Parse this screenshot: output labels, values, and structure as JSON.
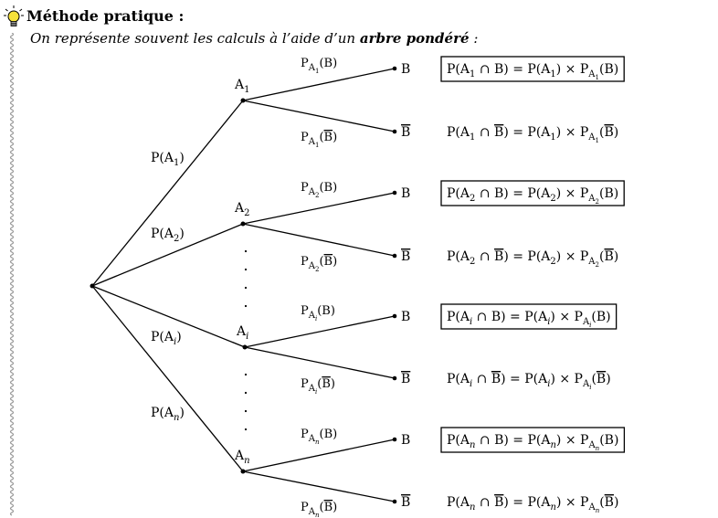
{
  "header": {
    "title": "Méthode pratique :",
    "intro_prefix": "On représente souvent les calculs à l’aide d’un",
    "intro_bold": "arbre pondéré",
    "intro_suffix": ":"
  },
  "tree": {
    "branches": [
      {
        "node": "A",
        "node_sub": "1",
        "prob": "P(A",
        "prob_sub": "1",
        "prob_close": ")",
        "leaves": [
          {
            "label": "B",
            "bar": false,
            "cond": "P",
            "cond_sub": "A",
            "cond_subsub": "1",
            "cond_arg": "(B)",
            "formula": "P(A",
            "f_sub1": "1",
            "f_mid": " ∩ B) = P(A",
            "f_sub2": "1",
            "f_mid2": ") × P",
            "f_psub": "A",
            "f_psubsub": "1",
            "f_end": "(B)",
            "boxed": true
          },
          {
            "label": "B",
            "bar": true,
            "cond": "P",
            "cond_sub": "A",
            "cond_subsub": "1",
            "cond_arg": "(B)",
            "formula": "P(A",
            "f_sub1": "1",
            "f_mid": " ∩ B) = P(A",
            "f_sub2": "1",
            "f_mid2": ") × P",
            "f_psub": "A",
            "f_psubsub": "1",
            "f_end": "(B)",
            "boxed": false
          }
        ]
      },
      {
        "node": "A",
        "node_sub": "2",
        "prob": "P(A",
        "prob_sub": "2",
        "prob_close": ")",
        "leaves": [
          {
            "label": "B",
            "bar": false,
            "cond": "P",
            "cond_sub": "A",
            "cond_subsub": "2",
            "cond_arg": "(B)",
            "formula": "P(A",
            "f_sub1": "2",
            "f_mid": " ∩ B) = P(A",
            "f_sub2": "2",
            "f_mid2": ") × P",
            "f_psub": "A",
            "f_psubsub": "2",
            "f_end": "(B)",
            "boxed": true
          },
          {
            "label": "B",
            "bar": true,
            "cond": "P",
            "cond_sub": "A",
            "cond_subsub": "2",
            "cond_arg": "(B)",
            "formula": "P(A",
            "f_sub1": "2",
            "f_mid": " ∩ B) = P(A",
            "f_sub2": "2",
            "f_mid2": ") × P",
            "f_psub": "A",
            "f_psubsub": "2",
            "f_end": "(B)",
            "boxed": false
          }
        ]
      },
      {
        "node": "A",
        "node_sub": "i",
        "prob": "P(A",
        "prob_sub": "i",
        "prob_close": ")",
        "leaves": [
          {
            "label": "B",
            "bar": false,
            "cond": "P",
            "cond_sub": "A",
            "cond_subsub": "i",
            "cond_arg": "(B)",
            "formula": "P(A",
            "f_sub1": "i",
            "f_mid": " ∩ B) = P(A",
            "f_sub2": "i",
            "f_mid2": ") × P",
            "f_psub": "A",
            "f_psubsub": "i",
            "f_end": "(B)",
            "boxed": true
          },
          {
            "label": "B",
            "bar": true,
            "cond": "P",
            "cond_sub": "A",
            "cond_subsub": "i",
            "cond_arg": "(B)",
            "formula": "P(A",
            "f_sub1": "i",
            "f_mid": " ∩ B) = P(A",
            "f_sub2": "i",
            "f_mid2": ") × P",
            "f_psub": "A",
            "f_psubsub": "i",
            "f_end": "(B)",
            "boxed": false
          }
        ]
      },
      {
        "node": "A",
        "node_sub": "n",
        "prob": "P(A",
        "prob_sub": "n",
        "prob_close": ")",
        "leaves": [
          {
            "label": "B",
            "bar": false,
            "cond": "P",
            "cond_sub": "A",
            "cond_subsub": "n",
            "cond_arg": "(B)",
            "formula": "P(A",
            "f_sub1": "n",
            "f_mid": " ∩ B) = P(A",
            "f_sub2": "n",
            "f_mid2": ") × P",
            "f_psub": "A",
            "f_psubsub": "n",
            "f_end": "(B)",
            "boxed": true
          },
          {
            "label": "B",
            "bar": true,
            "cond": "P",
            "cond_sub": "A",
            "cond_subsub": "n",
            "cond_arg": "(B)",
            "formula": "P(A",
            "f_sub1": "n",
            "f_mid": " ∩ B) = P(A",
            "f_sub2": "n",
            "f_mid2": ") × P",
            "f_psub": "A",
            "f_psubsub": "n",
            "f_end": "(B)",
            "boxed": false
          }
        ]
      }
    ],
    "ellipsis": "·"
  },
  "icons": {
    "bulb": "lightbulb-icon",
    "margin": "wavy-margin-line"
  }
}
